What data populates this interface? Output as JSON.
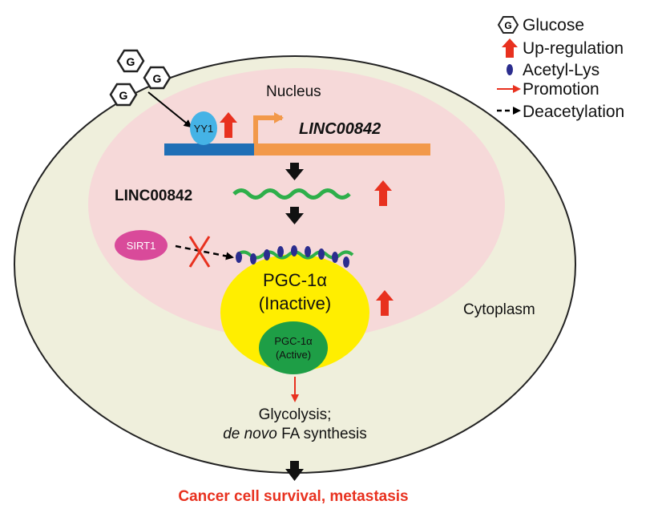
{
  "legend": {
    "glucose_symbol": "G",
    "glucose": "Glucose",
    "upregulation": "Up-regulation",
    "acetyl_lys": "Acetyl-Lys",
    "promotion": "Promotion",
    "deacetylation": "Deacetylation"
  },
  "labels": {
    "glucose_symbol": "G",
    "nucleus": "Nucleus",
    "cytoplasm": "Cytoplasm",
    "yy1": "YY1",
    "gene": "LINC00842",
    "rna": "LINC00842",
    "sirt1": "SIRT1",
    "pgc_inactive_line1": "PGC-1α",
    "pgc_inactive_line2": "(Inactive)",
    "pgc_active_line1": "PGC-1α",
    "pgc_active_line2": "(Active)",
    "outcome_line1": "Glycolysis;",
    "outcome_line2_italic": "de novo",
    "outcome_line2_rest": " FA synthesis",
    "final": "Cancer cell survival, metastasis"
  },
  "colors": {
    "cytoplasm": "#efefdc",
    "nucleus": "#f6d9d9",
    "yy1": "#45b3e6",
    "dna_blue": "#1f6fb6",
    "dna_orange": "#f2994a",
    "rna_green": "#2eaf4a",
    "sirt1": "#d94a9a",
    "pgc_inactive": "#ffee00",
    "pgc_active": "#1e9e46",
    "acetyl": "#2b2d8e",
    "up_arrow": "#e8311f",
    "final_text": "#e8311f"
  }
}
